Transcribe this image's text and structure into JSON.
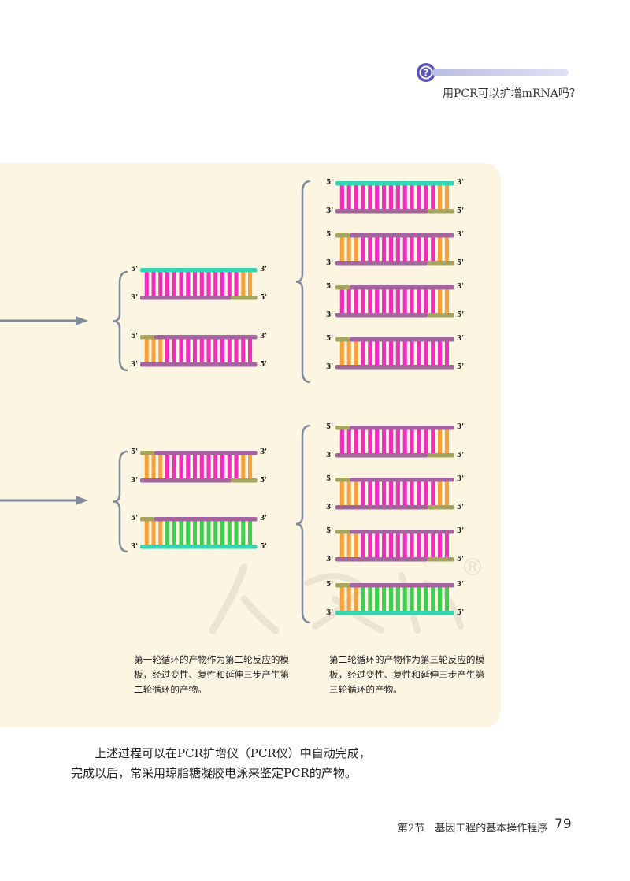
{
  "sidebar": {
    "icon": "question-mark-icon",
    "question": "用PCR可以扩增mRNA吗？"
  },
  "captions": {
    "second_round": "第一轮循环的产物作为第二轮反应的模板，经过变性、复性和延伸三步产生第二轮循环的产物。",
    "third_round": "第二轮循环的产物作为第三轮反应的模板，经过变性、复性和延伸三步产生第三轮循环的产物。"
  },
  "body": {
    "line1": "上述过程可以在PCR扩增仪（PCR仪）中自动完成，",
    "line2": "完成以后，常采用琼脂糖凝胶电泳来鉴定PCR的产物。"
  },
  "footer": {
    "section": "第2节　基因工程的基本操作程序",
    "page": "79"
  },
  "watermark": "®",
  "colors": {
    "panel": "#fbf5e2",
    "backbone_green": "#33d6b2",
    "backbone_purple": "#a4649e",
    "backbone_olive": "#a5a55e",
    "rung_pink": "#ee2fbb",
    "rung_orange": "#f7a13b",
    "rung_green": "#3ecf52",
    "arrow": "#7f8b9b"
  }
}
